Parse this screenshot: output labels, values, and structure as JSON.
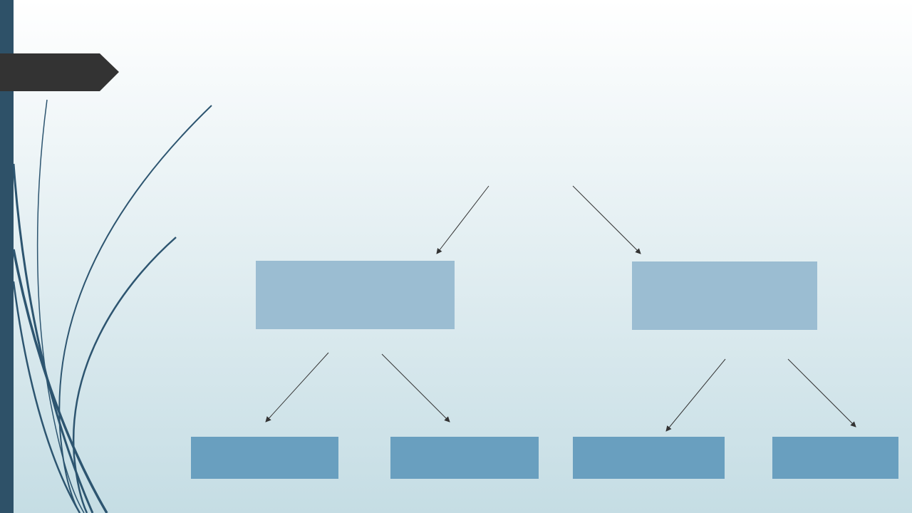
{
  "colors": {
    "background_top": "#ffffff",
    "background_bottom": "#c5dde4",
    "left_bar": "#2e5168",
    "title_tab": "#333333",
    "mid_node_fill": "#9bbdd2",
    "leaf_node_fill": "#699fbf",
    "arrow": "#333333",
    "decor_curve": "#2d5570"
  },
  "diagram": {
    "title": "",
    "nodes": [
      {
        "id": "left-mid",
        "level": 1,
        "label": ""
      },
      {
        "id": "right-mid",
        "level": 1,
        "label": ""
      },
      {
        "id": "leaf-1",
        "level": 2,
        "parent": "left-mid",
        "label": ""
      },
      {
        "id": "leaf-2",
        "level": 2,
        "parent": "left-mid",
        "label": ""
      },
      {
        "id": "leaf-3",
        "level": 2,
        "parent": "right-mid",
        "label": ""
      },
      {
        "id": "leaf-4",
        "level": 2,
        "parent": "right-mid",
        "label": ""
      }
    ],
    "edges": [
      {
        "from": "root",
        "to": "left-mid"
      },
      {
        "from": "root",
        "to": "right-mid"
      },
      {
        "from": "left-mid",
        "to": "leaf-1"
      },
      {
        "from": "left-mid",
        "to": "leaf-2"
      },
      {
        "from": "right-mid",
        "to": "leaf-3"
      },
      {
        "from": "right-mid",
        "to": "leaf-4"
      }
    ]
  }
}
